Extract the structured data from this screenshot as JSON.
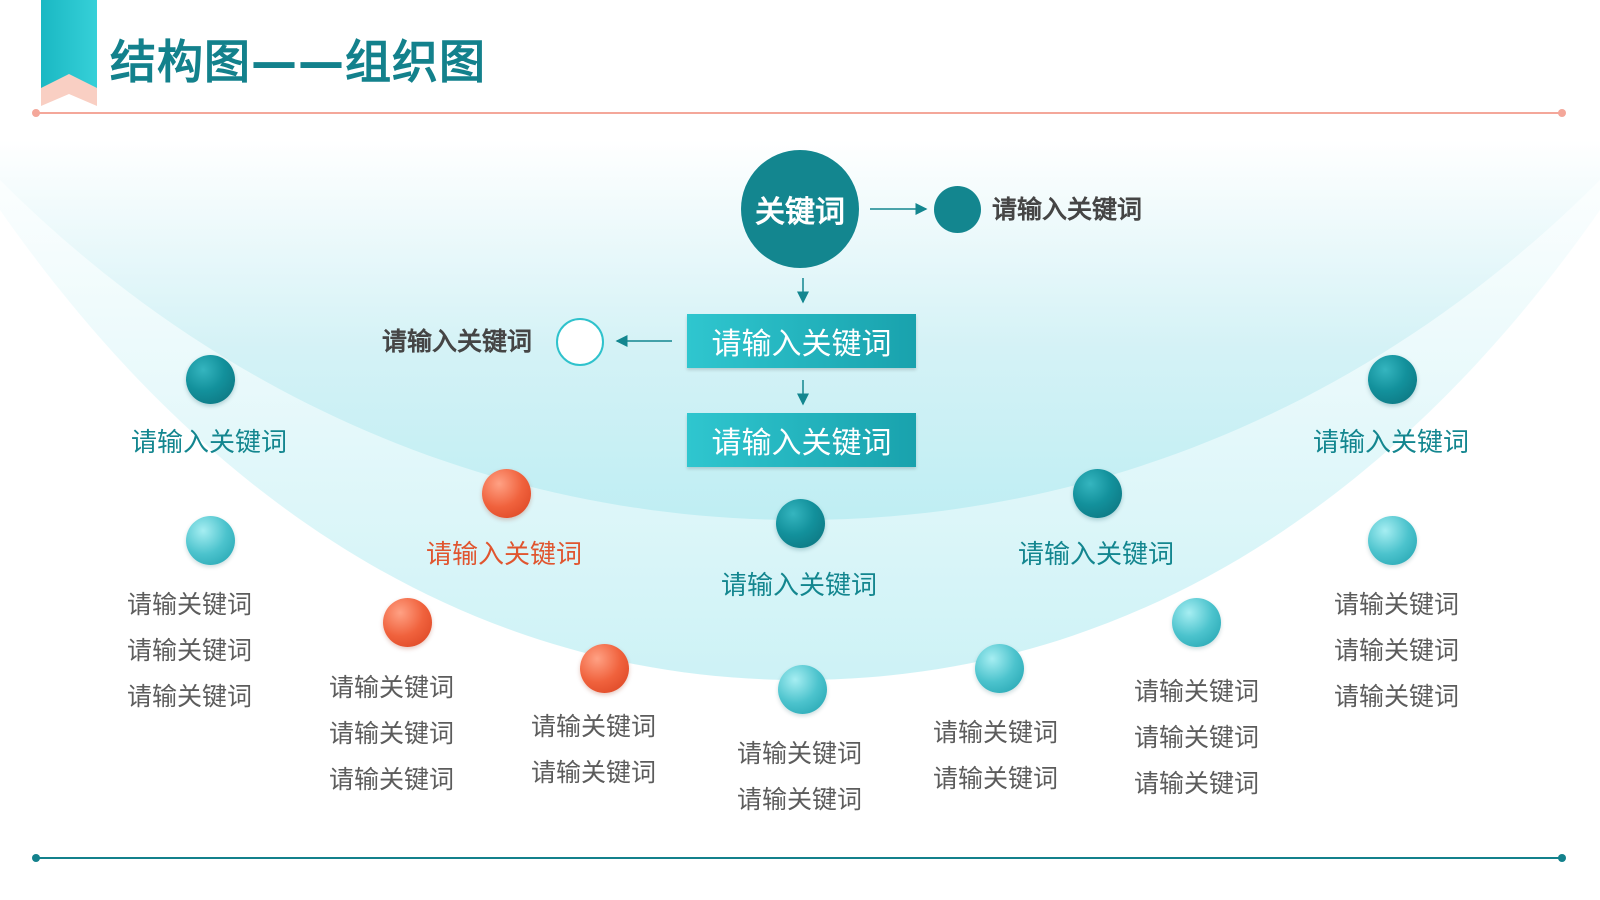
{
  "title": "结构图——组织图",
  "colors": {
    "primary_teal": "#13868f",
    "light_teal": "#2fc6cf",
    "accent_red": "#e0552f",
    "rule_top": "#f4a79a",
    "rule_bottom": "#13818c"
  },
  "root": {
    "label": "关键词",
    "side_label": "请输入关键词"
  },
  "chain": {
    "box1": "请输入关键词",
    "box1_side_label": "请输入关键词",
    "box2": "请输入关键词"
  },
  "branches": [
    {
      "label": "请输入关键词",
      "color": "teal",
      "children": [
        {
          "lines": [
            "请输关键词",
            "请输关键词",
            "请输关键词"
          ]
        }
      ]
    },
    {
      "label": "请输入关键词",
      "color": "red",
      "children": [
        {
          "lines": [
            "请输关键词",
            "请输关键词",
            "请输关键词"
          ]
        },
        {
          "lines": [
            "请输关键词",
            "请输关键词"
          ]
        }
      ]
    },
    {
      "label": "请输入关键词",
      "color": "teal",
      "children": [
        {
          "lines": [
            "请输关键词",
            "请输关键词"
          ]
        }
      ]
    },
    {
      "label": "请输入关键词",
      "color": "teal",
      "children": [
        {
          "lines": [
            "请输关键词",
            "请输关键词"
          ]
        },
        {
          "lines": [
            "请输关键词",
            "请输关键词",
            "请输关键词"
          ]
        }
      ]
    },
    {
      "label": "请输入关键词",
      "color": "teal",
      "children": [
        {
          "lines": [
            "请输关键词",
            "请输关键词",
            "请输关键词"
          ]
        }
      ]
    }
  ]
}
